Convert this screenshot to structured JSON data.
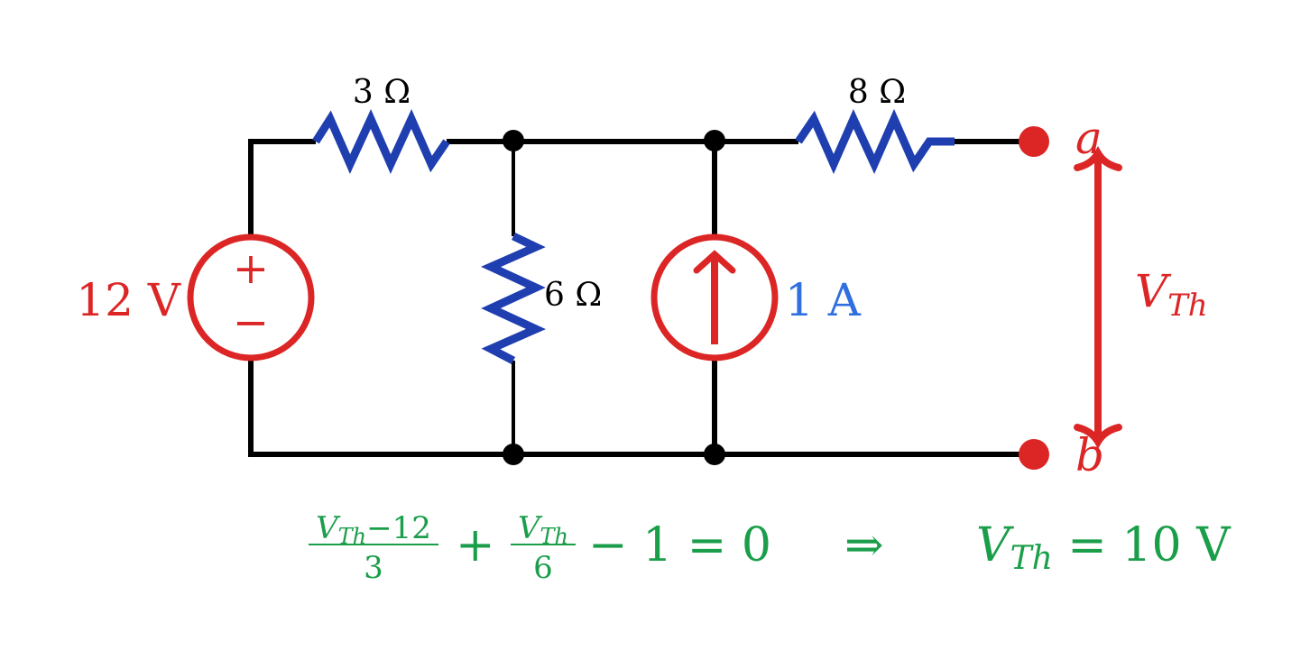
{
  "colors": {
    "wire": "#000000",
    "resistor": "#1f3fb0",
    "source": "#dc2626",
    "current_label": "#2f6fe0",
    "equation": "#1a9e4a"
  },
  "circuit": {
    "r1_label": "3 Ω",
    "r2_label": "6 Ω",
    "r3_label": "8 Ω",
    "voltage_source_label": "12 V",
    "voltage_source_plus": "+",
    "voltage_source_minus": "−",
    "current_source_label": "1 A",
    "terminal_a": "a",
    "terminal_b": "b",
    "vth_label": {
      "main": "V",
      "sub": "Th"
    }
  },
  "equation": {
    "frac1_num_v": "V",
    "frac1_num_sub": "Th",
    "frac1_num_rest": "−12",
    "frac1_den": "3",
    "plus": "+",
    "frac2_num_v": "V",
    "frac2_num_sub": "Th",
    "frac2_den": "6",
    "rest": "− 1 = 0",
    "implies": "⇒",
    "result_v": "V",
    "result_sub": "Th",
    "result_rest": " = 10 V"
  }
}
